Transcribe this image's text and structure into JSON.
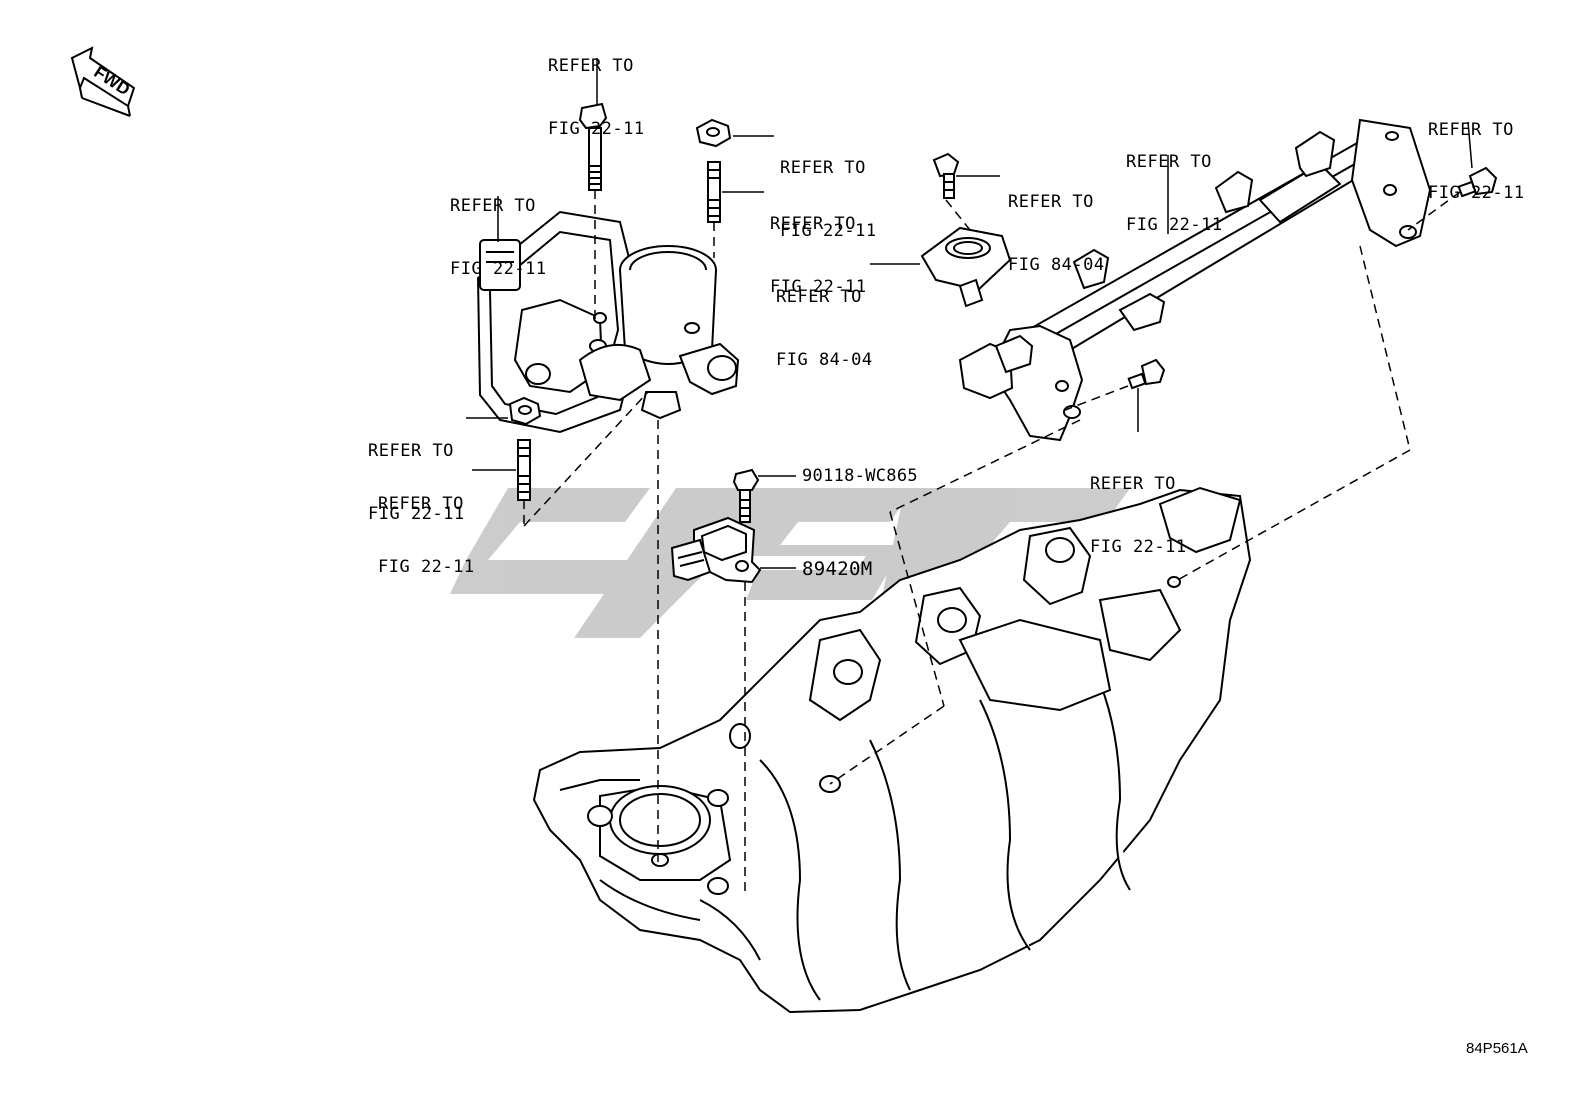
{
  "orientation": {
    "label": "FWD"
  },
  "refer_labels": [
    {
      "id": "ref-a",
      "line1": "REFER TO",
      "line2": "FIG 22-11"
    },
    {
      "id": "ref-b",
      "line1": "REFER TO",
      "line2": "FIG 22-11"
    },
    {
      "id": "ref-c",
      "line1": "REFER TO",
      "line2": "FIG 22-11"
    },
    {
      "id": "ref-d",
      "line1": "REFER TO",
      "line2": "FIG 22-11"
    },
    {
      "id": "ref-e",
      "line1": "REFER TO",
      "line2": "FIG 84-04"
    },
    {
      "id": "ref-f",
      "line1": "REFER TO",
      "line2": "FIG 84-04"
    },
    {
      "id": "ref-g",
      "line1": "REFER TO",
      "line2": "FIG 22-11"
    },
    {
      "id": "ref-h",
      "line1": "REFER TO",
      "line2": "FIG 22-11"
    },
    {
      "id": "ref-i",
      "line1": "REFER TO",
      "line2": "FIG 22-11"
    },
    {
      "id": "ref-j",
      "line1": "REFER TO",
      "line2": "FIG 22-11"
    },
    {
      "id": "ref-k",
      "line1": "REFER TO",
      "line2": "FIG 22-11"
    }
  ],
  "part_numbers": {
    "bolt": "90118-WC865",
    "sensor": "89420M"
  },
  "illustration_code": "84P561A",
  "colors": {
    "line": "#000000",
    "watermark": "#c8c8c8"
  }
}
